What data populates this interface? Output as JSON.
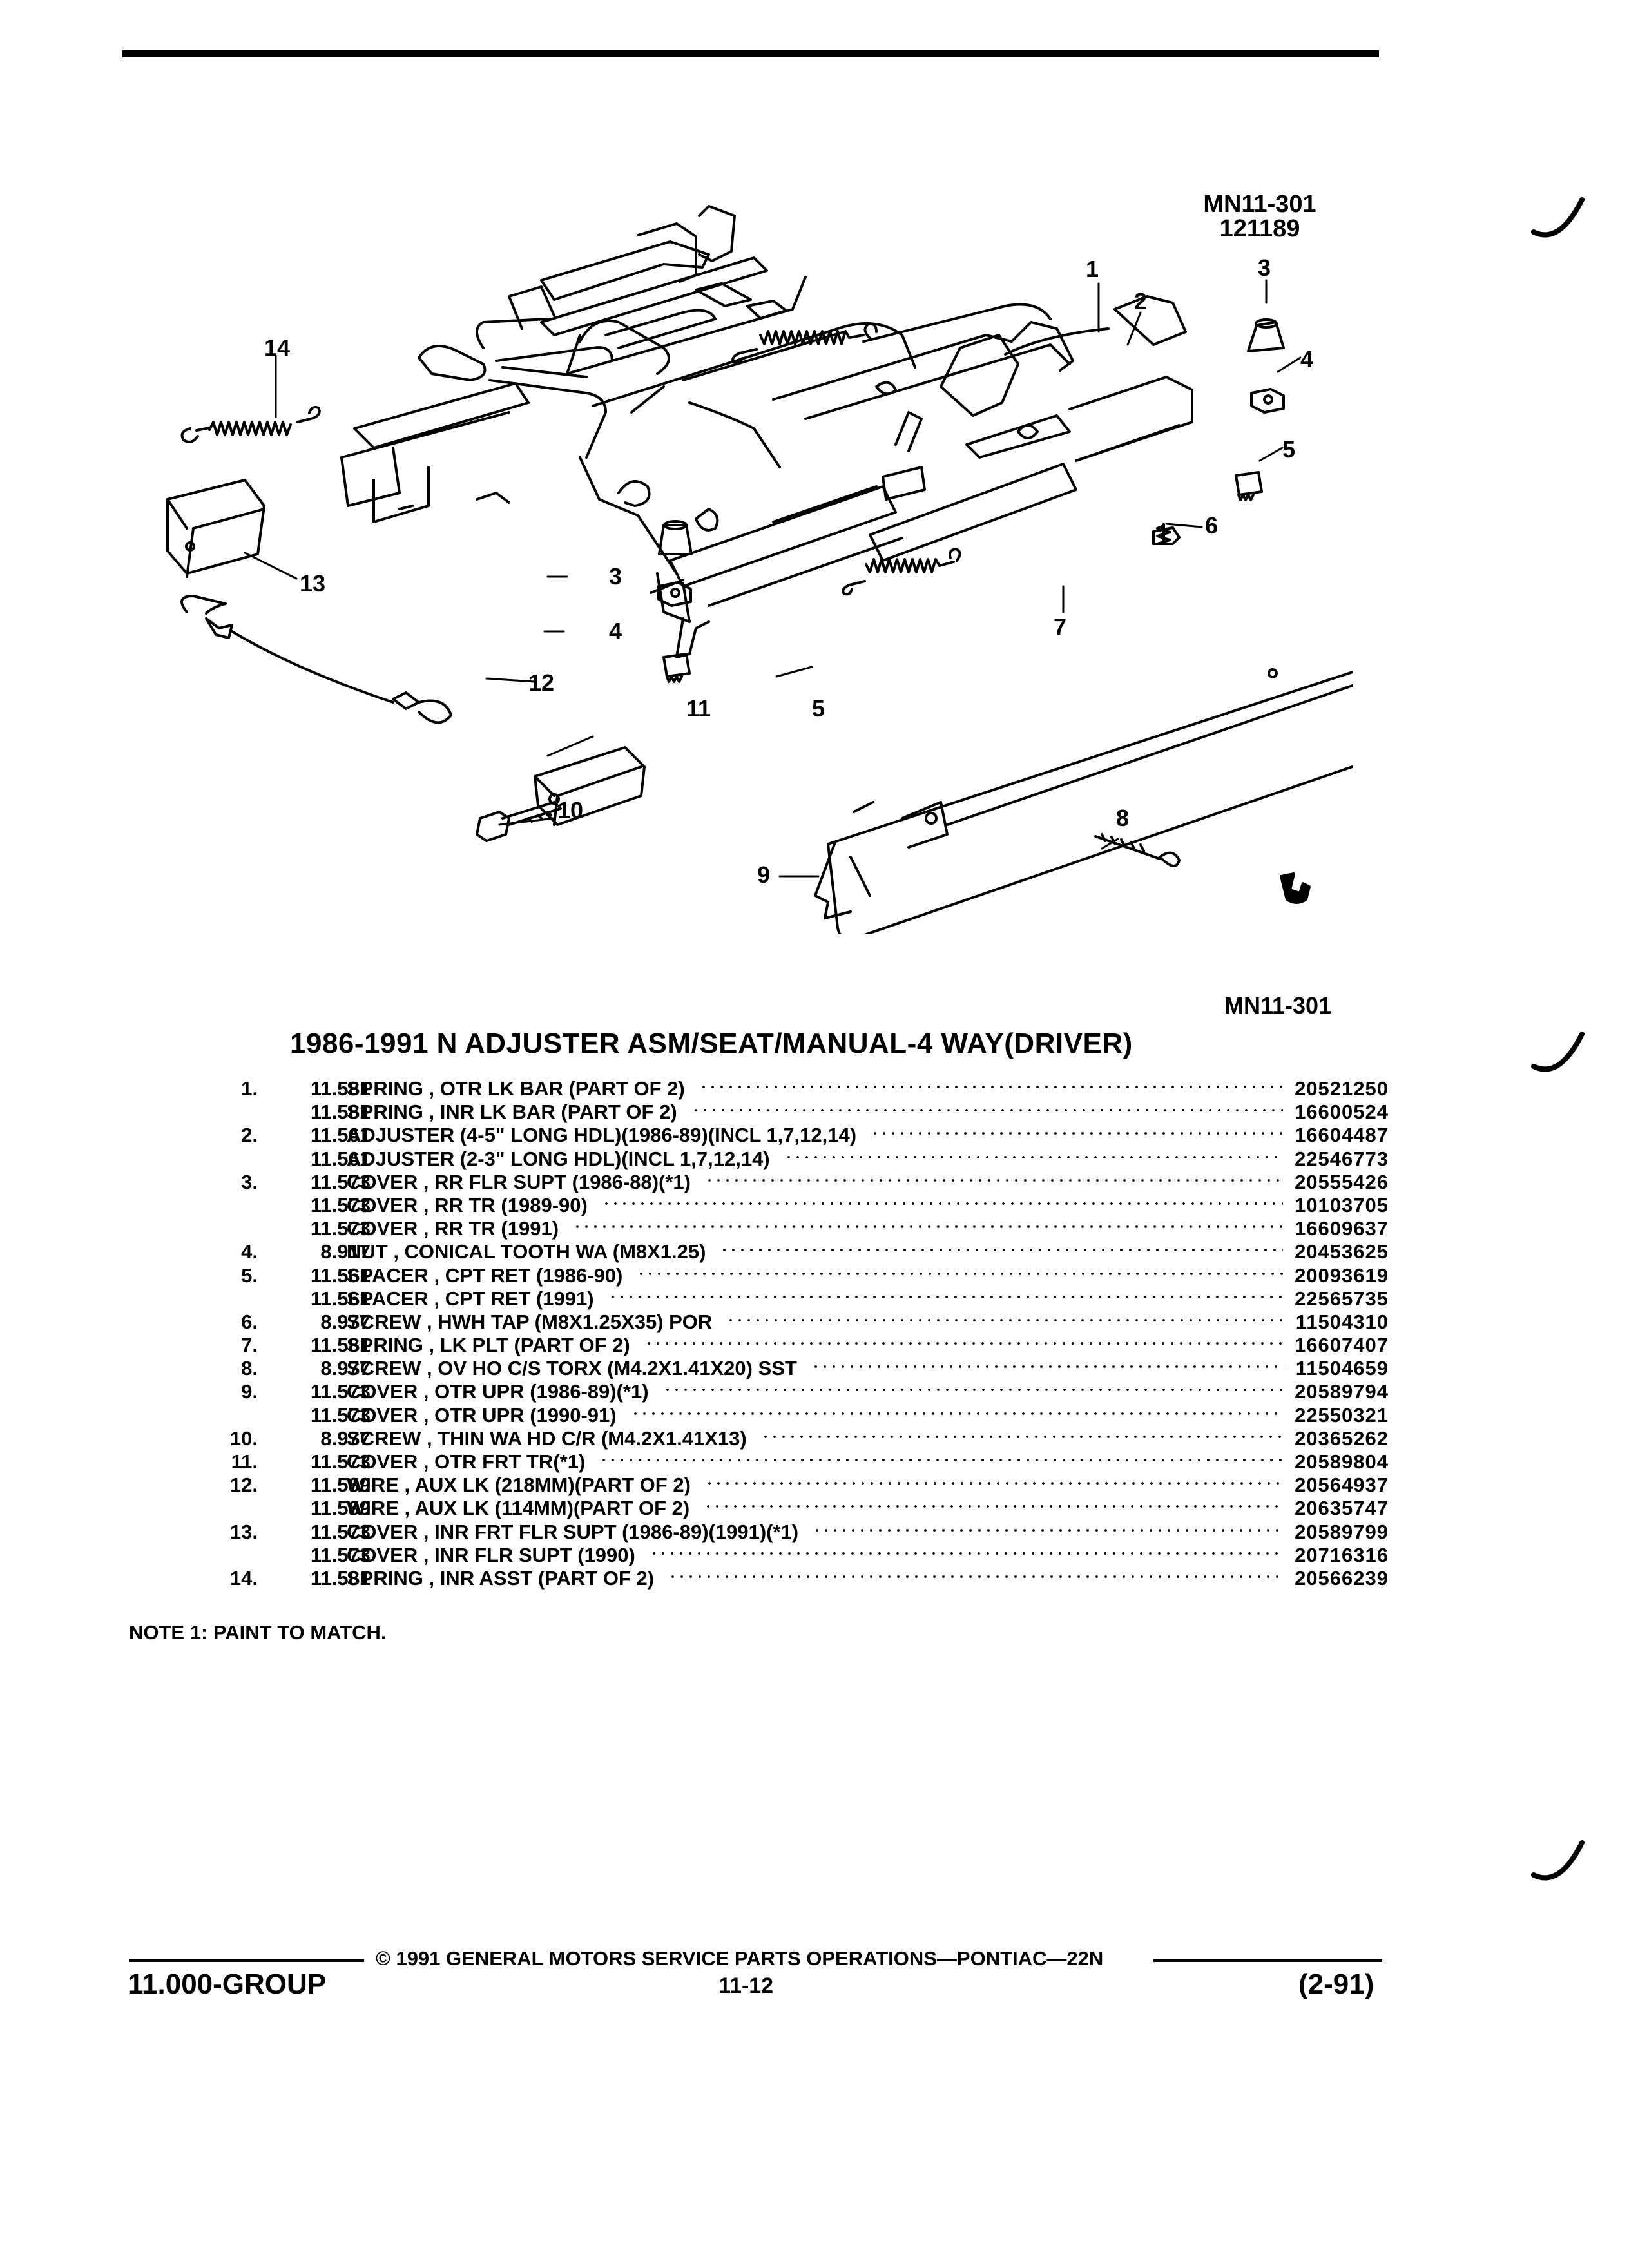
{
  "figure": {
    "code": "MN11-301",
    "date_code": "121189",
    "code_bottom": "MN11-301",
    "callouts": [
      "1",
      "2",
      "3",
      "4",
      "5",
      "6",
      "7",
      "8",
      "9",
      "10",
      "11",
      "12",
      "13",
      "14",
      "3",
      "4",
      "5"
    ]
  },
  "title": "1986-1991 N ADJUSTER ASM/SEAT/MANUAL-4 WAY(DRIVER)",
  "parts": [
    {
      "ref": "1.",
      "group": "11.581",
      "description": "SPRING , OTR LK BAR (PART OF 2)",
      "part_number": "20521250"
    },
    {
      "ref": "",
      "group": "11.581",
      "description": "SPRING , INR LK BAR (PART OF 2)",
      "part_number": "16600524"
    },
    {
      "ref": "2.",
      "group": "11.561",
      "description": "ADJUSTER (4-5\" LONG HDL)(1986-89)(INCL 1,7,12,14)",
      "part_number": "16604487"
    },
    {
      "ref": "",
      "group": "11.561",
      "description": "ADJUSTER (2-3\" LONG HDL)(INCL 1,7,12,14)",
      "part_number": "22546773"
    },
    {
      "ref": "3.",
      "group": "11.573",
      "description": "COVER , RR FLR SUPT (1986-88)(*1)",
      "part_number": "20555426"
    },
    {
      "ref": "",
      "group": "11.573",
      "description": "COVER , RR TR (1989-90)",
      "part_number": "10103705"
    },
    {
      "ref": "",
      "group": "11.573",
      "description": "COVER , RR TR (1991)",
      "part_number": "16609637"
    },
    {
      "ref": "4.",
      "group": "8.917",
      "description": "NUT , CONICAL TOOTH WA (M8X1.25)",
      "part_number": "20453625"
    },
    {
      "ref": "5.",
      "group": "11.561",
      "description": "SPACER , CPT RET (1986-90)",
      "part_number": "20093619"
    },
    {
      "ref": "",
      "group": "11.561",
      "description": "SPACER , CPT RET (1991)",
      "part_number": "22565735"
    },
    {
      "ref": "6.",
      "group": "8.977",
      "description": "SCREW , HWH TAP (M8X1.25X35) POR",
      "part_number": "11504310"
    },
    {
      "ref": "7.",
      "group": "11.581",
      "description": "SPRING , LK PLT (PART OF 2)",
      "part_number": "16607407"
    },
    {
      "ref": "8.",
      "group": "8.977",
      "description": "SCREW , OV HO C/S TORX (M4.2X1.41X20) SST",
      "part_number": "11504659"
    },
    {
      "ref": "9.",
      "group": "11.573",
      "description": "COVER , OTR UPR (1986-89)(*1)",
      "part_number": "20589794"
    },
    {
      "ref": "",
      "group": "11.573",
      "description": "COVER , OTR UPR (1990-91)",
      "part_number": "22550321"
    },
    {
      "ref": "10.",
      "group": "8.977",
      "description": "SCREW , THIN WA HD C/R (M4.2X1.41X13)",
      "part_number": "20365262"
    },
    {
      "ref": "11.",
      "group": "11.573",
      "description": "COVER , OTR FRT TR(*1)",
      "part_number": "20589804"
    },
    {
      "ref": "12.",
      "group": "11.589",
      "description": "WIRE , AUX LK (218MM)(PART OF 2)",
      "part_number": "20564937"
    },
    {
      "ref": "",
      "group": "11.589",
      "description": "WIRE , AUX LK (114MM)(PART OF 2)",
      "part_number": "20635747"
    },
    {
      "ref": "13.",
      "group": "11.573",
      "description": "COVER , INR FRT FLR SUPT (1986-89)(1991)(*1)",
      "part_number": "20589799"
    },
    {
      "ref": "",
      "group": "11.573",
      "description": "COVER , INR FLR SUPT (1990)",
      "part_number": "20716316"
    },
    {
      "ref": "14.",
      "group": "11.581",
      "description": "SPRING , INR ASST (PART OF 2)",
      "part_number": "20566239"
    }
  ],
  "note": "NOTE 1: PAINT TO MATCH.",
  "footer": {
    "copyright": "© 1991 GENERAL MOTORS SERVICE PARTS OPERATIONS—PONTIAC—22N",
    "group": "11.000-GROUP",
    "page": "11-12",
    "date": "(2-91)"
  }
}
